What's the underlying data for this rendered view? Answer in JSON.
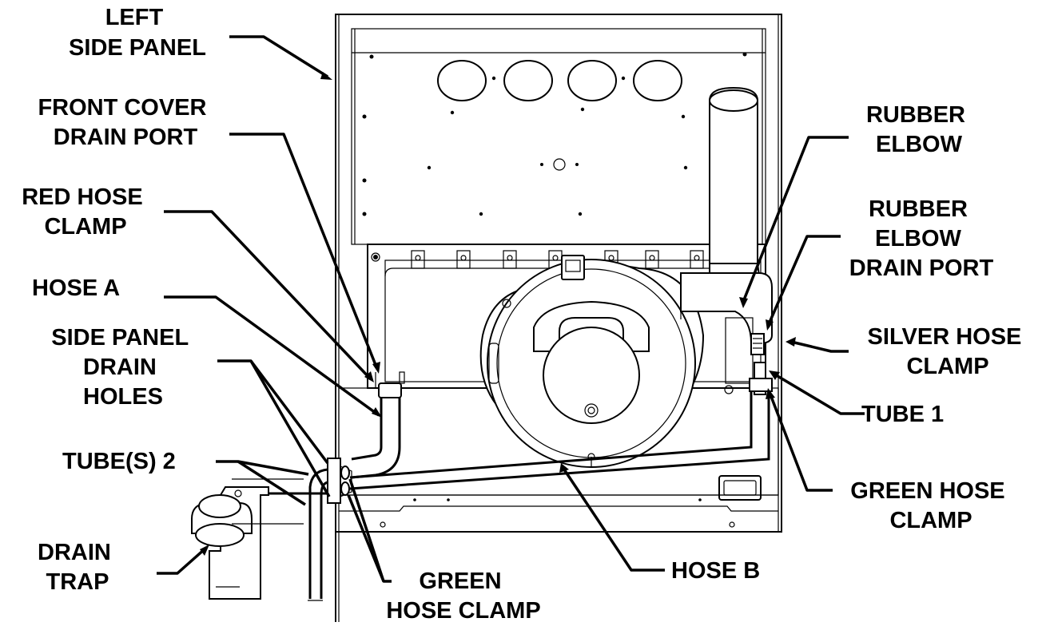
{
  "labels": {
    "left_side_panel": [
      "LEFT",
      "SIDE PANEL"
    ],
    "front_cover_drain_port": [
      "FRONT COVER",
      "DRAIN PORT"
    ],
    "red_hose_clamp": [
      "RED  HOSE",
      "CLAMP"
    ],
    "hose_a": [
      "HOSE A"
    ],
    "side_panel_drain_holes": [
      "SIDE PANEL",
      "DRAIN",
      "HOLES"
    ],
    "tubes_2": [
      "TUBE(S) 2"
    ],
    "drain_trap": [
      "DRAIN",
      "TRAP"
    ],
    "green_hose_clamp_bottom": [
      "GREEN",
      "HOSE CLAMP"
    ],
    "hose_b": [
      "HOSE B"
    ],
    "rubber_elbow": [
      "RUBBER",
      "ELBOW"
    ],
    "rubber_elbow_drain_port": [
      "RUBBER",
      "ELBOW",
      "DRAIN PORT"
    ],
    "silver_hose_clamp": [
      "SILVER HOSE",
      "CLAMP"
    ],
    "tube_1": [
      "TUBE 1"
    ],
    "green_hose_clamp_right": [
      "GREEN HOSE",
      "CLAMP"
    ]
  }
}
